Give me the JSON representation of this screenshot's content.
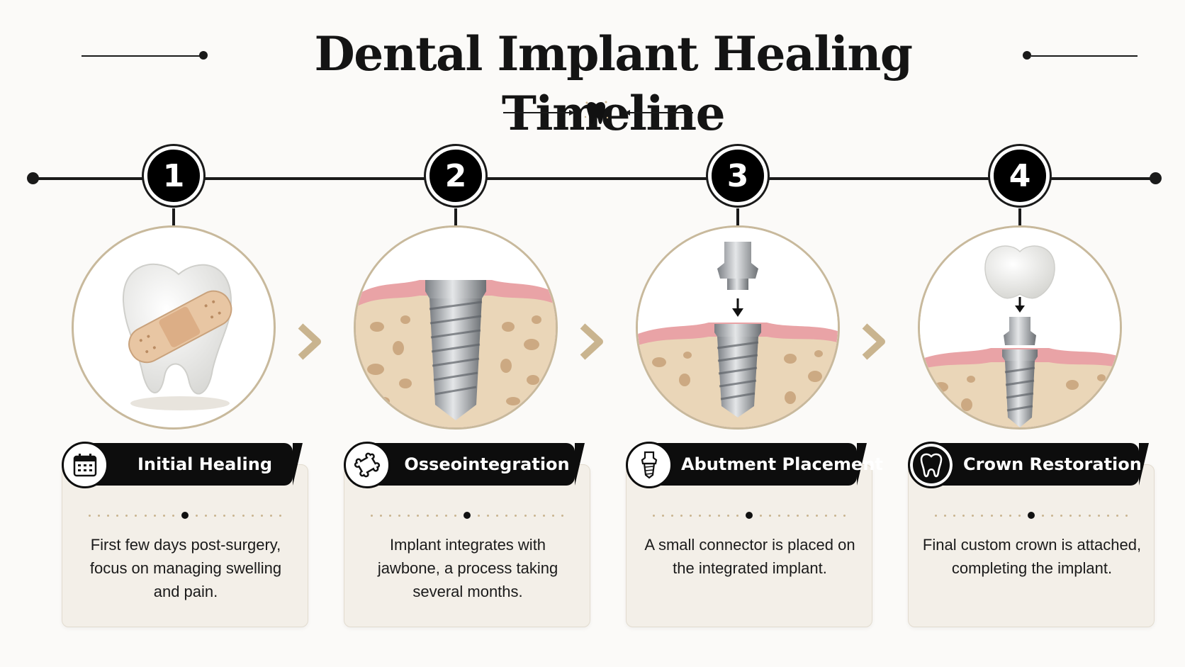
{
  "header": {
    "title": "Dental Implant Healing Timeline",
    "ornament_icon": "tooth-icon"
  },
  "colors": {
    "ink": "#111111",
    "card": "#f3efe8",
    "accent_tan": "#c8b99c",
    "gum": "#e9a3a6",
    "bone": "#ead6b8"
  },
  "steps": [
    {
      "number": "1",
      "label": "Initial Healing",
      "icon": "calendar-icon",
      "illustration": "bandaged-tooth",
      "description": "First few days post-surgery, focus on managing swelling and pain."
    },
    {
      "number": "2",
      "label": "Osseointegration",
      "icon": "bone-icon",
      "illustration": "implant-in-bone",
      "description": "Implant integrates with jawbone, a process taking several months."
    },
    {
      "number": "3",
      "label": "Abutment Placement",
      "icon": "abutment-icon",
      "illustration": "abutment-onto-implant",
      "description": "A small connector is placed on the integrated implant."
    },
    {
      "number": "4",
      "label": "Crown Restoration",
      "icon": "tooth-outline-icon",
      "illustration": "crown-onto-abutment",
      "description": "Final custom crown is attached, completing the implant."
    }
  ]
}
